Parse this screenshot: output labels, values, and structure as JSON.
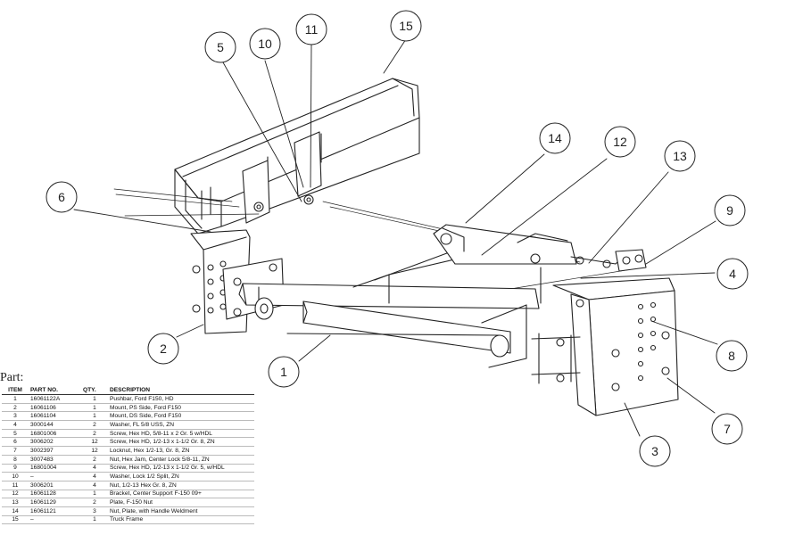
{
  "callouts": [
    {
      "label": "15"
    },
    {
      "label": "11"
    },
    {
      "label": "10"
    },
    {
      "label": "5"
    },
    {
      "label": "6"
    },
    {
      "label": "14"
    },
    {
      "label": "12"
    },
    {
      "label": "13"
    },
    {
      "label": "9"
    },
    {
      "label": "4"
    },
    {
      "label": "8"
    },
    {
      "label": "7"
    },
    {
      "label": "3"
    },
    {
      "label": "2"
    },
    {
      "label": "1"
    }
  ],
  "parts": {
    "heading": "Part:",
    "headers": {
      "item": "ITEM",
      "part_no": "PART NO.",
      "qty": "QTY.",
      "description": "DESCRIPTION"
    },
    "rows": [
      {
        "item": "1",
        "part_no": "16061122A",
        "qty": "1",
        "description": "Pushbar, Ford F150, HD"
      },
      {
        "item": "2",
        "part_no": "16061106",
        "qty": "1",
        "description": "Mount, PS Side, Ford F150"
      },
      {
        "item": "3",
        "part_no": "16061104",
        "qty": "1",
        "description": "Mount, DS Side, Ford F150"
      },
      {
        "item": "4",
        "part_no": "3000144",
        "qty": "2",
        "description": "Washer, FL 5/8 USS, ZN"
      },
      {
        "item": "5",
        "part_no": "16801006",
        "qty": "2",
        "description": "Screw, Hex HD, 5/8-11 x 2 Gr. 5 w/HDL"
      },
      {
        "item": "6",
        "part_no": "3006202",
        "qty": "12",
        "description": "Screw, Hex HD, 1/2-13 x 1-1/2 Gr. 8, ZN"
      },
      {
        "item": "7",
        "part_no": "3002397",
        "qty": "12",
        "description": "Locknut, Hex 1/2-13, Gr. 8, ZN"
      },
      {
        "item": "8",
        "part_no": "3007483",
        "qty": "2",
        "description": "Nut, Hex Jam, Center Lock 5/8-11, ZN"
      },
      {
        "item": "9",
        "part_no": "16801004",
        "qty": "4",
        "description": "Screw, Hex HD, 1/2-13 x 1-1/2 Gr. 5, w/HDL"
      },
      {
        "item": "10",
        "part_no": "–",
        "qty": "4",
        "description": "Washer, Lock 1/2 Split, ZN"
      },
      {
        "item": "11",
        "part_no": "3006201",
        "qty": "4",
        "description": "Nut, 1/2-13 Hex Gr. 8, ZN"
      },
      {
        "item": "12",
        "part_no": "16061128",
        "qty": "1",
        "description": "Bracket, Center Support F-150 09+"
      },
      {
        "item": "13",
        "part_no": "16061129",
        "qty": "2",
        "description": "Plate, F-150 Nut"
      },
      {
        "item": "14",
        "part_no": "16061121",
        "qty": "3",
        "description": "Nut, Plate, with Handle Weldment"
      },
      {
        "item": "15",
        "part_no": "–",
        "qty": "1",
        "description": "Truck Frame"
      }
    ]
  }
}
